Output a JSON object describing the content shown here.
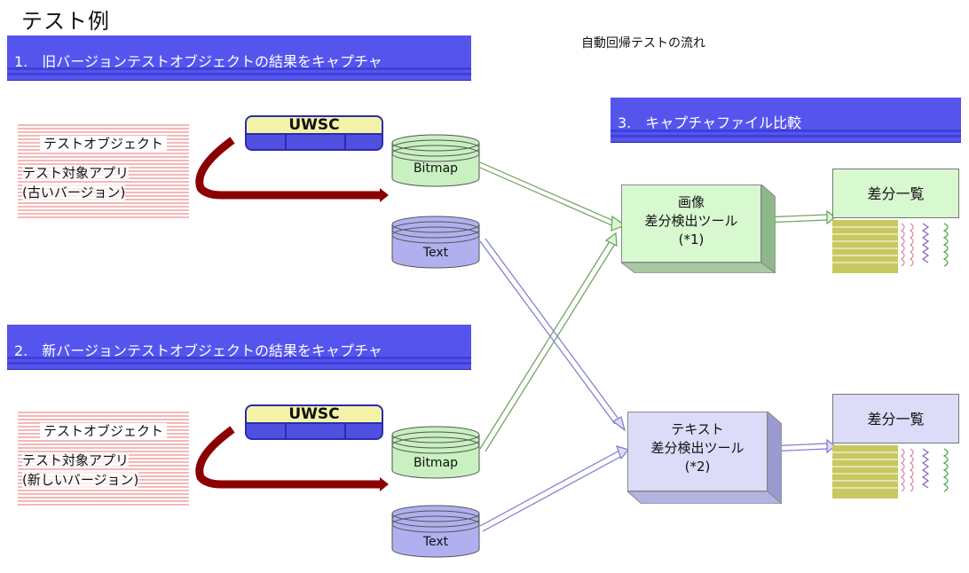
{
  "title": "テスト例",
  "subtitle": "自動回帰テストの流れ",
  "sections": {
    "s1": "1.　旧バージョンテストオブジェクトの結果をキャプチャ",
    "s2": "2.　新バージョンテストオブジェクトの結果をキャプチャ",
    "s3": "3.　キャプチャファイル比較"
  },
  "test_objects": [
    {
      "header": "テストオブジェクト",
      "line1": "テスト対象アプリ",
      "line2": "(古いバージョン)"
    },
    {
      "header": "テストオブジェクト",
      "line1": "テスト対象アプリ",
      "line2": "(新しいバージョン)"
    }
  ],
  "tool_label": "UWSC",
  "captures": {
    "bitmap": "Bitmap",
    "text": "Text"
  },
  "compare_tools": {
    "image": {
      "line1": "画像",
      "line2": "差分検出ツール",
      "line3": "(*1)"
    },
    "text": {
      "line1": "テキスト",
      "line2": "差分検出ツール",
      "line3": "(*2)"
    }
  },
  "result_label": "差分一覧",
  "colors": {
    "banner": "#5555ee",
    "arrow_dark_red": "#8b0000",
    "bitmap_green": "#c8f0c0",
    "text_purple": "#b0b0f0",
    "image_tool_green": "#d8f8d0",
    "text_tool_purple": "#dcdcf8",
    "result_box": "#d8f8d0"
  }
}
